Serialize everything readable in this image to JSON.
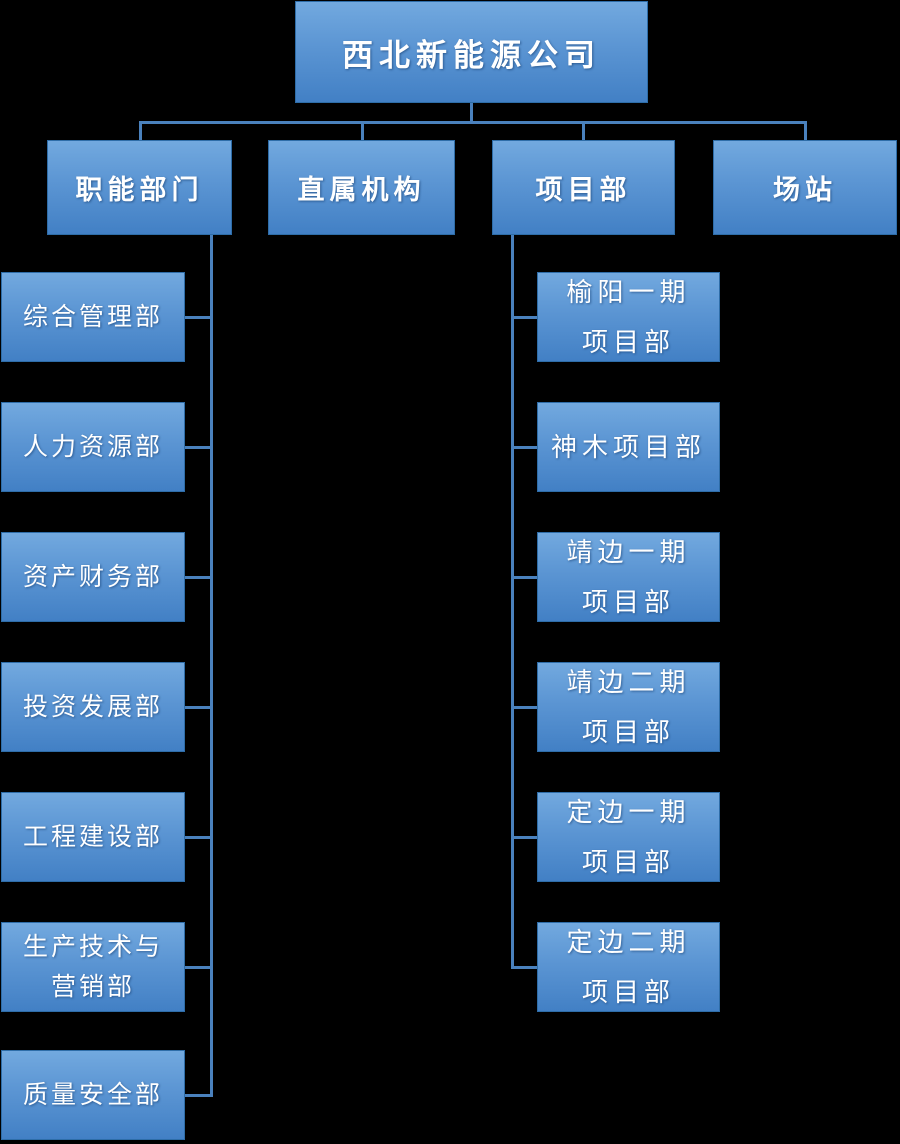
{
  "org": {
    "root": {
      "label": "西北新能源公司"
    },
    "level2": [
      {
        "label": "职能部门"
      },
      {
        "label": "直属机构"
      },
      {
        "label": "项目部"
      },
      {
        "label": "场站"
      }
    ],
    "functional": [
      {
        "label": "综合管理部"
      },
      {
        "label": "人力资源部"
      },
      {
        "label": "资产财务部"
      },
      {
        "label": "投资发展部"
      },
      {
        "label": "工程建设部"
      },
      {
        "label": "生产技术与\n营销部"
      },
      {
        "label": "质量安全部"
      }
    ],
    "projects": [
      {
        "label": "榆阳一期\n项目部"
      },
      {
        "label": "神木项目部"
      },
      {
        "label": "靖边一期\n项目部"
      },
      {
        "label": "靖边二期\n项目部"
      },
      {
        "label": "定边一期\n项目部"
      },
      {
        "label": "定边二期\n项目部"
      }
    ]
  },
  "colors": {
    "background": "#000000",
    "box_gradient_top": "#72A9DF",
    "box_gradient_middle": "#5B95D3",
    "box_gradient_bottom": "#4280C5",
    "box_border": "#2E6DA8",
    "connector": "#4A81BD",
    "text": "#FFFFFF"
  }
}
